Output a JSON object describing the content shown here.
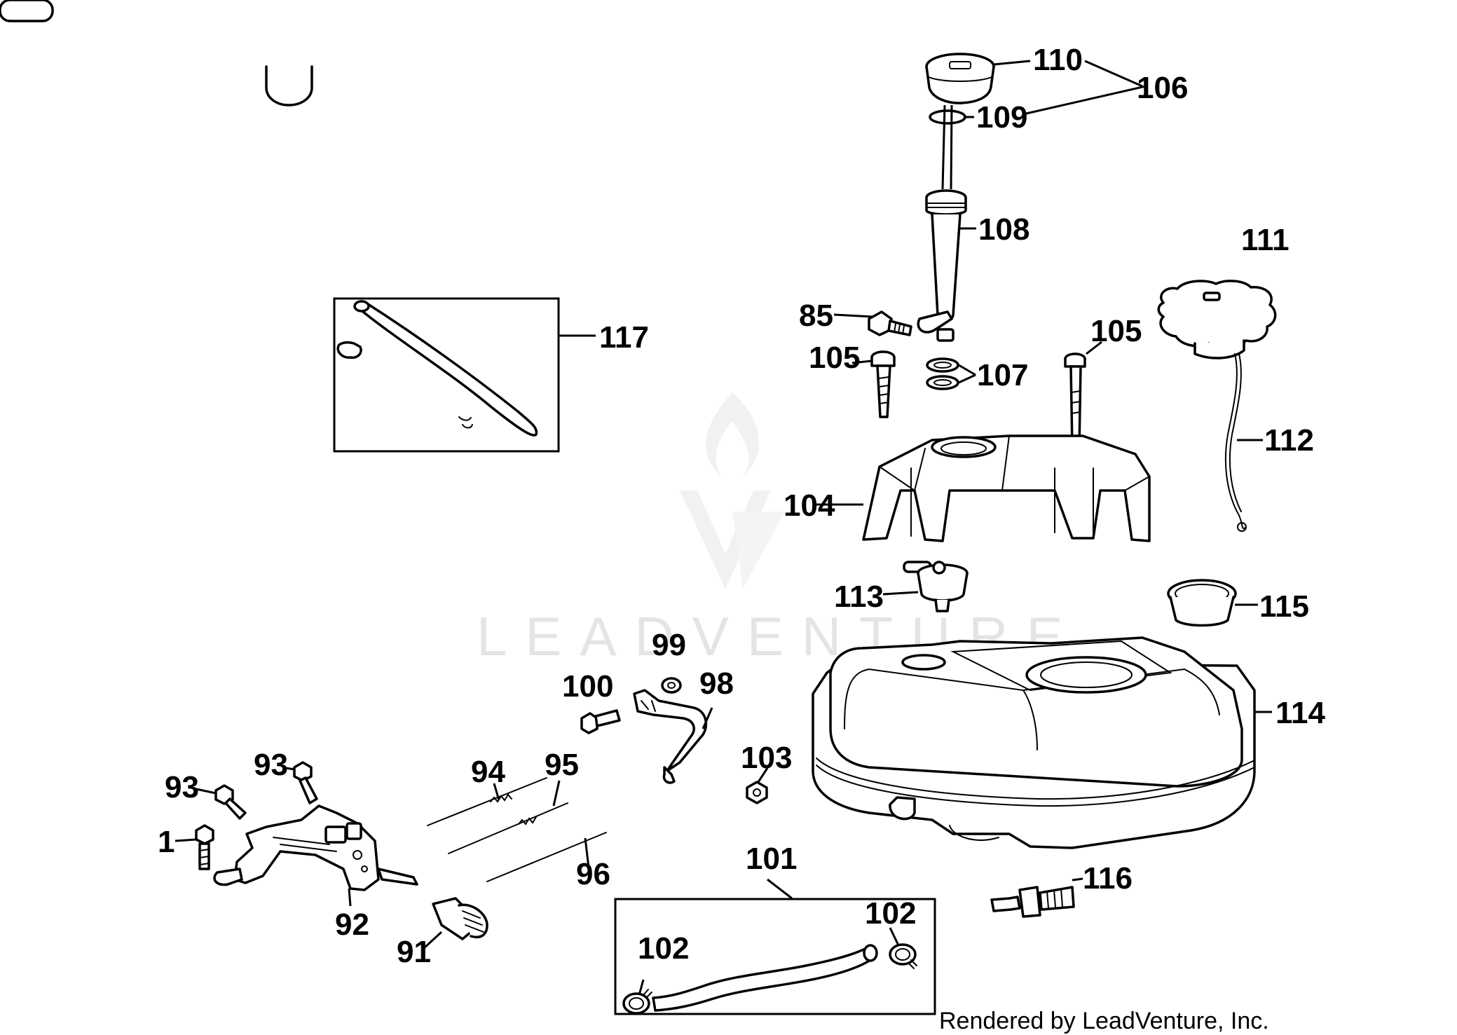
{
  "watermark": {
    "brand": "LEADVENTURE"
  },
  "credit": "Rendered by LeadVenture, Inc.",
  "callouts": {
    "c110": "110",
    "c106": "106",
    "c109": "109",
    "c108": "108",
    "c111": "111",
    "c85": "85",
    "c105a": "105",
    "c105b": "105",
    "c107": "107",
    "c117": "117",
    "c112": "112",
    "c104": "104",
    "c113": "113",
    "c115": "115",
    "c99": "99",
    "c100": "100",
    "c98": "98",
    "c114": "114",
    "c103": "103",
    "c93a": "93",
    "c93b": "93",
    "c94": "94",
    "c95": "95",
    "c1": "1",
    "c96": "96",
    "c101": "101",
    "c116": "116",
    "c92": "92",
    "c102a": "102",
    "c102b": "102",
    "c91": "91"
  },
  "icons": {
    "logo": "leadventure-logo"
  }
}
